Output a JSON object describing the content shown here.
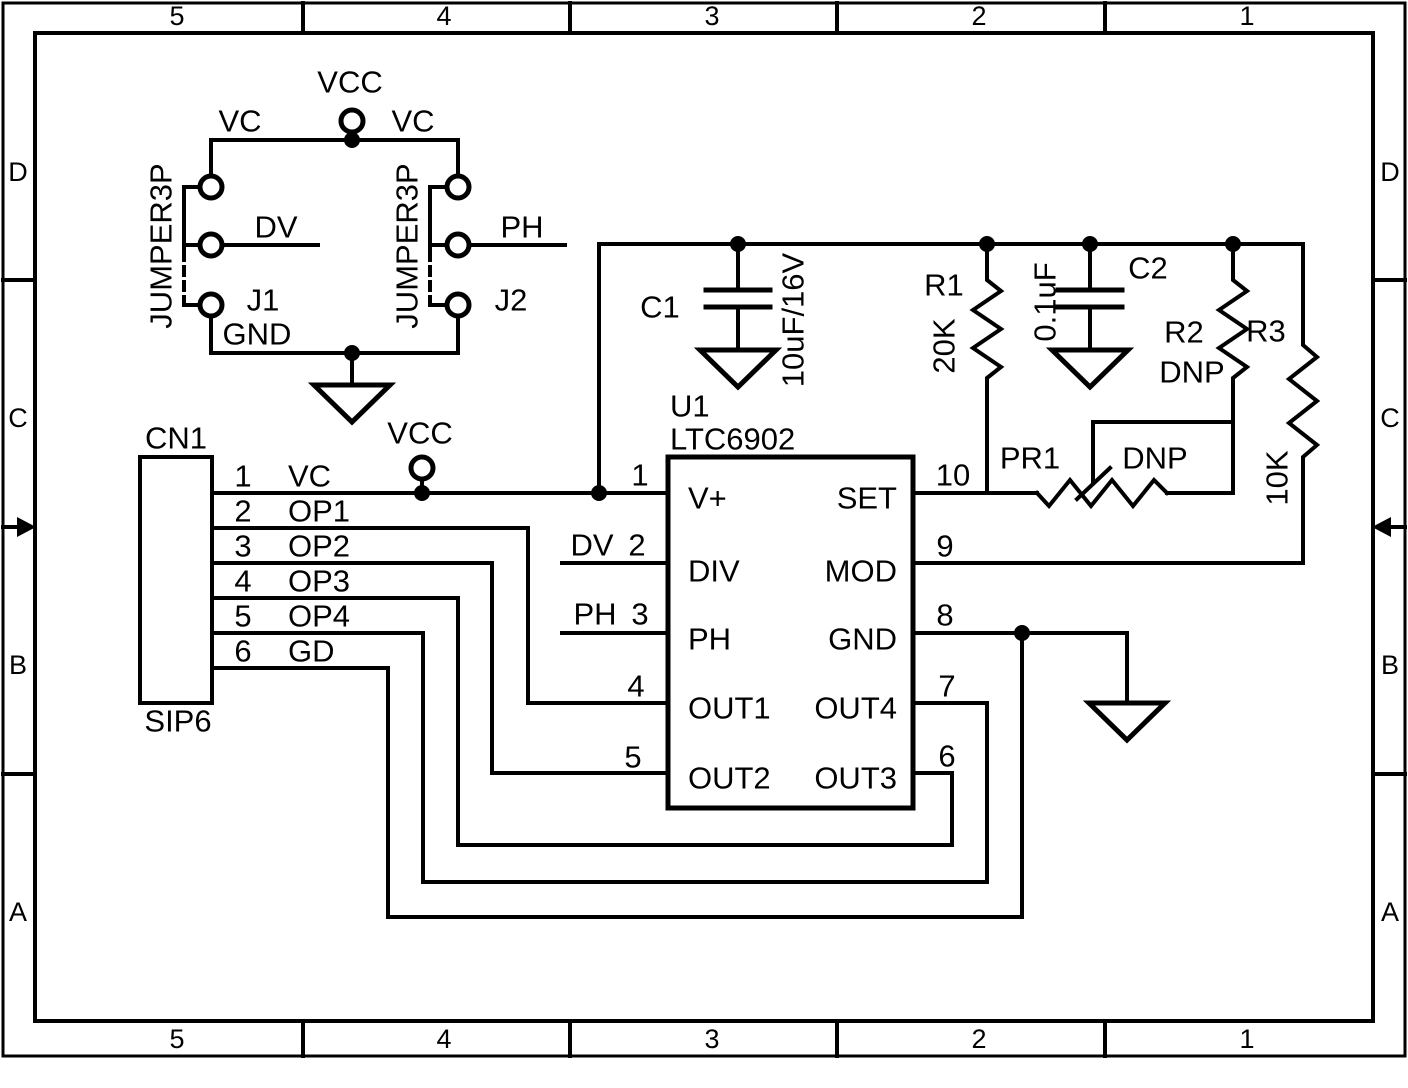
{
  "sheet": {
    "columns": [
      "5",
      "4",
      "3",
      "2",
      "1"
    ],
    "rows": [
      "D",
      "C",
      "B",
      "A"
    ]
  },
  "nets": {
    "vcc": "VCC",
    "vc": "VC",
    "dv": "DV",
    "ph": "PH",
    "gnd": "GND"
  },
  "jumpers": {
    "j1": {
      "ref": "J1",
      "type": "JUMPER3P"
    },
    "j2": {
      "ref": "J2",
      "type": "JUMPER3P"
    }
  },
  "connector": {
    "ref": "CN1",
    "footprint": "SIP6",
    "pins": [
      {
        "num": "1",
        "net": "VC"
      },
      {
        "num": "2",
        "net": "OP1"
      },
      {
        "num": "3",
        "net": "OP2"
      },
      {
        "num": "4",
        "net": "OP3"
      },
      {
        "num": "5",
        "net": "OP4"
      },
      {
        "num": "6",
        "net": "GD"
      }
    ]
  },
  "ic": {
    "ref": "U1",
    "part": "LTC6902",
    "left_pins": [
      {
        "num": "1",
        "name": "V+"
      },
      {
        "num": "2",
        "name": "DIV"
      },
      {
        "num": "3",
        "name": "PH"
      },
      {
        "num": "4",
        "name": "OUT1"
      },
      {
        "num": "5",
        "name": "OUT2"
      }
    ],
    "right_pins": [
      {
        "num": "10",
        "name": "SET"
      },
      {
        "num": "9",
        "name": "MOD"
      },
      {
        "num": "8",
        "name": "GND"
      },
      {
        "num": "7",
        "name": "OUT4"
      },
      {
        "num": "6",
        "name": "OUT3"
      }
    ]
  },
  "capacitors": {
    "c1": {
      "ref": "C1",
      "value": "10uF/16V"
    },
    "c2": {
      "ref": "C2",
      "value": "0.1uF"
    }
  },
  "resistors": {
    "r1": {
      "ref": "R1",
      "value": "20K"
    },
    "r2": {
      "ref": "R2",
      "value": "DNP"
    },
    "r3": {
      "ref": "R3",
      "value": "10K"
    }
  },
  "potentiometer": {
    "ref": "PR1",
    "value": "DNP"
  },
  "colors": {
    "ink": "#000000",
    "paper": "#ffffff"
  }
}
